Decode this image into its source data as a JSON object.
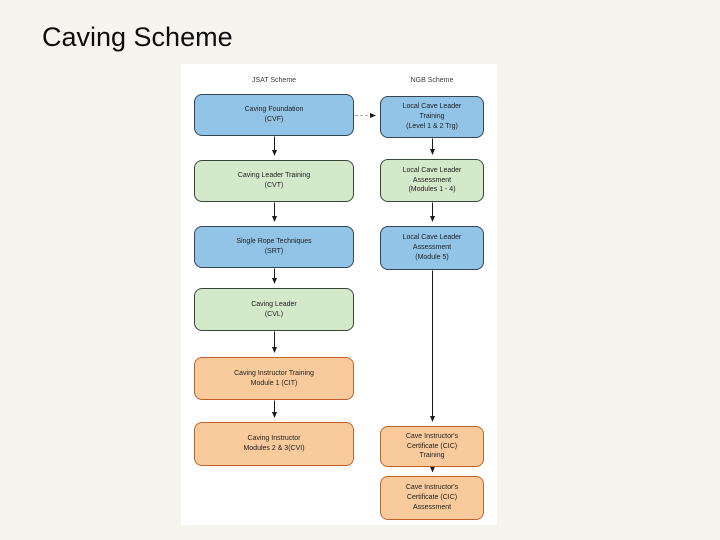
{
  "slide": {
    "title": "Caving Scheme"
  },
  "diagram": {
    "left": {
      "header": "JSAT Scheme",
      "nodes": [
        {
          "id": "cvf",
          "label": "Caving Foundation\n(CVF)",
          "color": "blue"
        },
        {
          "id": "cvt",
          "label": "Caving Leader Training\n(CVT)",
          "color": "green"
        },
        {
          "id": "srt",
          "label": "Single Rope Techniques\n(SRT)",
          "color": "blue"
        },
        {
          "id": "cvl",
          "label": "Caving Leader\n(CVL)",
          "color": "green"
        },
        {
          "id": "cit",
          "label": "Caving Instructor Training\nModule 1 (CIT)",
          "color": "orange"
        },
        {
          "id": "cvi",
          "label": "Caving Instructor\nModules 2 & 3(CVI)",
          "color": "orange"
        }
      ]
    },
    "right": {
      "header": "NGB Scheme",
      "nodes": [
        {
          "id": "lcl-training",
          "label": "Local Cave Leader\nTraining\n(Level 1 & 2 Trg)",
          "color": "blue"
        },
        {
          "id": "lcl-assessment-1-4",
          "label": "Local Cave Leader\nAssessment\n(Modules 1 - 4)",
          "color": "green"
        },
        {
          "id": "lcl-assessment-5",
          "label": "Local Cave Leader\nAssessment\n(Module 5)",
          "color": "blue"
        },
        {
          "id": "cic-training",
          "label": "Cave Instructor's\nCertificate (CIC)\nTraining",
          "color": "orange"
        },
        {
          "id": "cic-assessment",
          "label": "Cave Instructor's\nCertificate (CIC)\nAssessment",
          "color": "orange"
        }
      ]
    },
    "edges": [
      {
        "from": "cvf",
        "to": "cvt",
        "style": "solid-arrow"
      },
      {
        "from": "cvt",
        "to": "srt",
        "style": "solid-arrow"
      },
      {
        "from": "srt",
        "to": "cvl",
        "style": "solid-arrow"
      },
      {
        "from": "cvl",
        "to": "cit",
        "style": "solid-arrow"
      },
      {
        "from": "cit",
        "to": "cvi",
        "style": "solid-arrow"
      },
      {
        "from": "cvf",
        "to": "lcl-training",
        "style": "dashed-arrow"
      },
      {
        "from": "lcl-training",
        "to": "lcl-assessment-1-4",
        "style": "solid-arrow"
      },
      {
        "from": "lcl-assessment-1-4",
        "to": "lcl-assessment-5",
        "style": "solid-arrow"
      },
      {
        "from": "lcl-assessment-5",
        "to": "cic-training",
        "style": "solid-arrow"
      },
      {
        "from": "cic-training",
        "to": "cic-assessment",
        "style": "solid-arrow"
      }
    ],
    "colors": {
      "blue": "#92c4e8",
      "green": "#d4e8ca",
      "orange": "#f8ca9c",
      "orange_border": "#c2622b",
      "dark_border": "#3a3a3a",
      "edge_line": "#1a1a1a",
      "dashed_line": "#adadad",
      "canvas": "#ffffff",
      "slide_background": "#f6f4ee"
    }
  }
}
